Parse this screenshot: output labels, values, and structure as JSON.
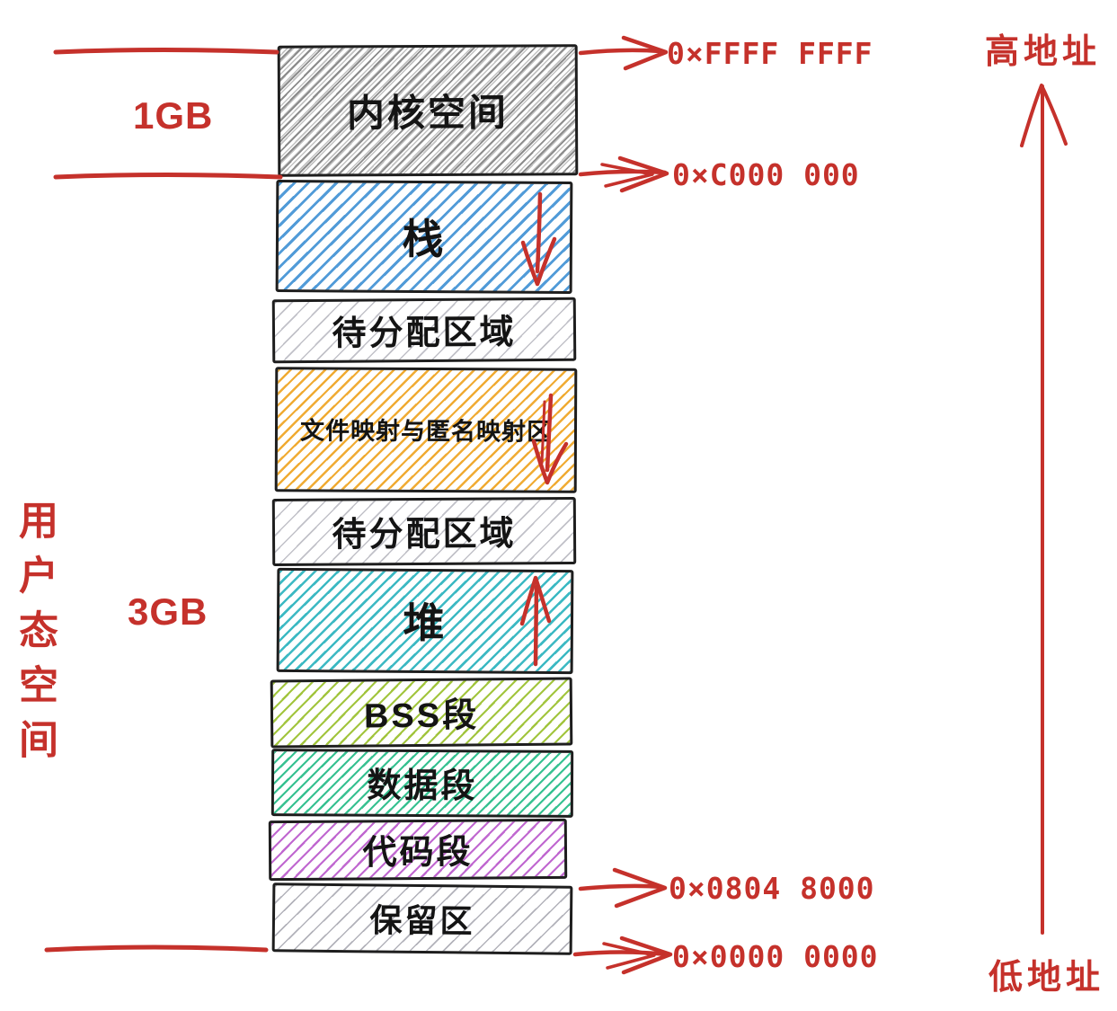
{
  "diagram": {
    "left": {
      "label_1gb": "1GB",
      "label_3gb": "3GB",
      "user_space_vertical": "用户态空间"
    },
    "right": {
      "high_address": "高地址",
      "low_address": "低地址"
    },
    "addresses": {
      "top": "0×FFFF FFFF",
      "kernel_base": "0×C000 000",
      "code_base": "0×0804 8000",
      "zero": "0×0000 0000"
    },
    "colors": {
      "annotation_red": "#c5312b",
      "ink": "#1e1e1e"
    },
    "segments": [
      {
        "label": "内核空间",
        "hatch_color": "#8c8c8c",
        "growth_arrow": "none"
      },
      {
        "label": "栈",
        "hatch_color": "#519bd8",
        "growth_arrow": "down"
      },
      {
        "label": "待分配区域",
        "hatch_color": "#c1c1c8",
        "growth_arrow": "none"
      },
      {
        "label": "文件映射与匿名映射区",
        "hatch_color": "#f0ab33",
        "growth_arrow": "down"
      },
      {
        "label": "待分配区域",
        "hatch_color": "#c1c1c8",
        "growth_arrow": "none"
      },
      {
        "label": "堆",
        "hatch_color": "#3cb9c3",
        "growth_arrow": "up"
      },
      {
        "label": "BSS段",
        "hatch_color": "#a2c53e",
        "growth_arrow": "none"
      },
      {
        "label": "数据段",
        "hatch_color": "#37c191",
        "growth_arrow": "none"
      },
      {
        "label": "代码段",
        "hatch_color": "#c068d0",
        "growth_arrow": "none"
      },
      {
        "label": "保留区",
        "hatch_color": "#b2b2ba",
        "growth_arrow": "none"
      }
    ]
  }
}
